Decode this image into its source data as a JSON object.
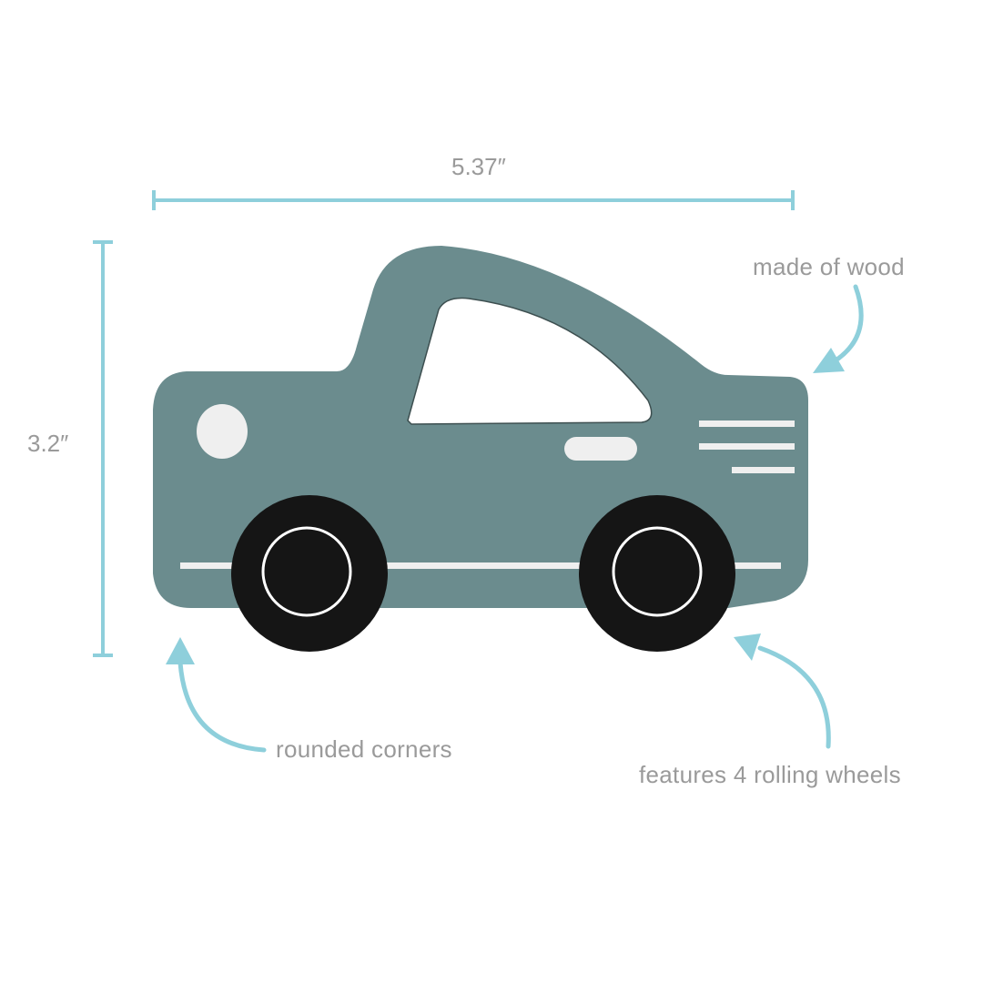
{
  "colors": {
    "accent": "#8ecfdb",
    "text": "#9a9a9a",
    "car_body": "#6b8c8e",
    "wheel": "#151515",
    "trim": "#f2f2f2",
    "background": "#ffffff"
  },
  "dimensions": {
    "width": "5.37″",
    "height": "3.2″"
  },
  "callouts": {
    "material": "made of wood",
    "corners": "rounded corners",
    "wheels": "features 4 rolling wheels"
  },
  "product": {
    "name": "wooden toy car",
    "icons": [
      "dimension-width-icon",
      "dimension-height-icon",
      "arrow-icon",
      "car-illustration"
    ]
  }
}
